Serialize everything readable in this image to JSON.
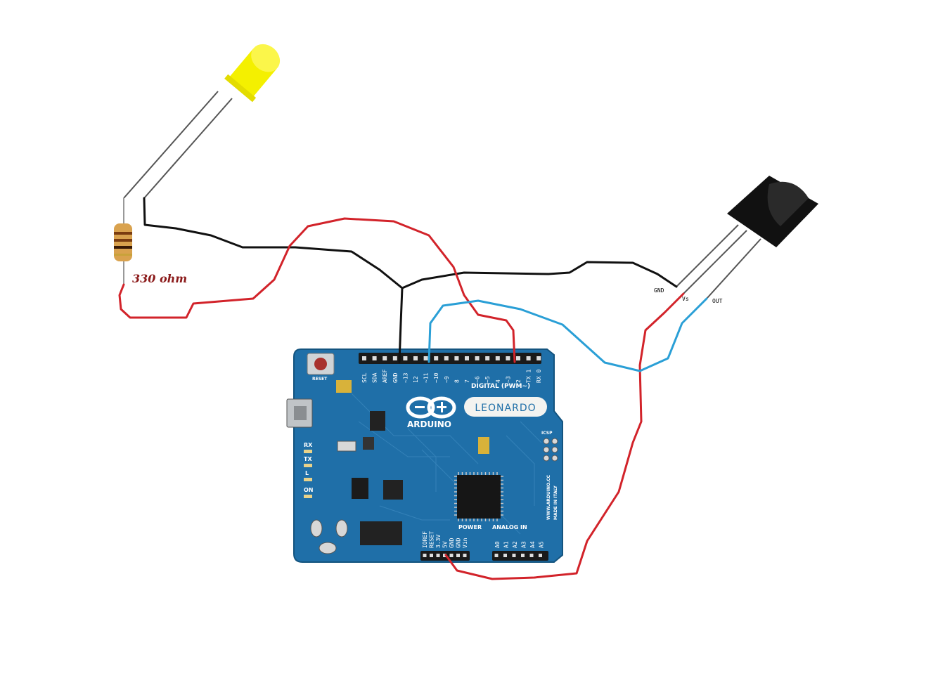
{
  "resistor": {
    "label": "330 ohm"
  },
  "sensor": {
    "pins": [
      "GND",
      "Vs",
      "OUT"
    ]
  },
  "board": {
    "brand": "ARDUINO",
    "model": "LEONARDO",
    "reset_label": "RESET",
    "icsp_label": "ICSP",
    "side_text": "WWW.ARDUINO.CC",
    "made_text": "MADE IN ITALY",
    "digital_header": "DIGITAL (PWM~)",
    "digital_pins": [
      "SCL",
      "SDA",
      "AREF",
      "GND",
      "~13",
      "12",
      "~11",
      "~10",
      "~9",
      "8",
      "7",
      "~6",
      "~5",
      "4",
      "~3",
      "2",
      "TX 1",
      "RX 0"
    ],
    "led_labels": [
      "RX",
      "TX",
      "L",
      "ON"
    ],
    "power_header": "POWER",
    "analog_header": "ANALOG IN",
    "power_pins": [
      "IOREF",
      "RESET",
      "3.3V",
      "5V",
      "GND",
      "GND",
      "Vin"
    ],
    "analog_pins": [
      "A0",
      "A1",
      "A2",
      "A3",
      "A4",
      "A5"
    ]
  },
  "colors": {
    "board": "#1f6fa8",
    "wire_red": "#d2232a",
    "wire_black": "#111111",
    "wire_blue": "#2a9fd6",
    "led": "#f4f000",
    "resistor_text": "#8b1a1a"
  }
}
